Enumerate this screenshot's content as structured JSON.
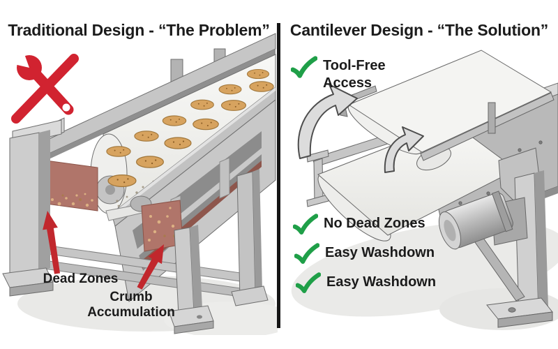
{
  "left_panel": {
    "title": "Traditional Design - “The Problem”",
    "callouts": {
      "dead_zones": "Dead Zones",
      "crumb_line1": "Crumb",
      "crumb_line2": "Accumulation"
    }
  },
  "right_panel": {
    "title": "Cantilever Design - “The Solution”",
    "top_benefit": {
      "line1": "Tool-Free",
      "line2": "Access"
    },
    "benefits": [
      "No Dead Zones",
      "Easy Washdown",
      "Easy Washdown"
    ]
  },
  "icons": {
    "problem": "crossed-wrench-x-icon",
    "benefit": "green-checkmark-icon",
    "callout": "red-arrow-icon",
    "lift": "curved-lift-arrow-icon"
  },
  "colors": {
    "accent_red": "#d12330",
    "arrow_red": "#c1272d",
    "check_green": "#1f9f48",
    "text": "#1b1b1b",
    "divider": "#151515",
    "belt_white": "#f3f3f1",
    "steel_light": "#d9d9d9",
    "steel_mid": "#bcbcbc",
    "steel_dark": "#8f8f8f",
    "dead_zone": "#b0756a",
    "crumb": "#dcb183",
    "cookie": "#d7a35f"
  }
}
